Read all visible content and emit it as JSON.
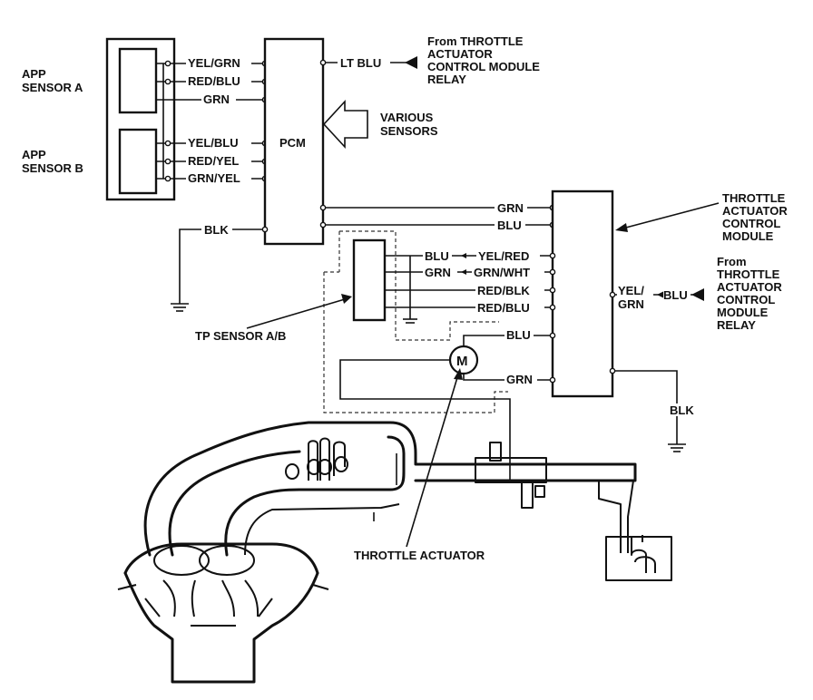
{
  "app_sensor_a": [
    "APP",
    "SENSOR A"
  ],
  "app_sensor_b": [
    "APP",
    "SENSOR B"
  ],
  "pcm": "PCM",
  "wires": {
    "yel_grn": "YEL/GRN",
    "red_blu": "RED/BLU",
    "grn": "GRN",
    "yel_blu": "YEL/BLU",
    "red_yel": "RED/YEL",
    "grn_yel": "GRN/YEL",
    "blk": "BLK",
    "lt_blu": "LT BLU",
    "grn_top": "GRN",
    "blu_top": "BLU",
    "blu_a": "BLU",
    "yel_red": "YEL/RED",
    "grn_a": "GRN",
    "grn_wht": "GRN/WHT",
    "red_blk": "RED/BLK",
    "red_blu2": "RED/BLU",
    "blu_motor": "BLU",
    "grn_motor": "GRN",
    "yel_grn_tacm": [
      "YEL/",
      "GRN"
    ],
    "blu_relay": "BLU",
    "blk_tacm": "BLK"
  },
  "from_relay_top": [
    "From THROTTLE",
    "ACTUATOR",
    "CONTROL MODULE",
    "RELAY"
  ],
  "various_sensors": [
    "VARIOUS",
    "SENSORS"
  ],
  "tacm_label": [
    "THROTTLE",
    "ACTUATOR",
    "CONTROL",
    "MODULE"
  ],
  "from_relay_right": [
    "From",
    "THROTTLE",
    "ACTUATOR",
    "CONTROL",
    "MODULE",
    "RELAY"
  ],
  "tp_sensor": "TP SENSOR A/B",
  "motor_symbol": "M",
  "throttle_actuator": "THROTTLE ACTUATOR"
}
